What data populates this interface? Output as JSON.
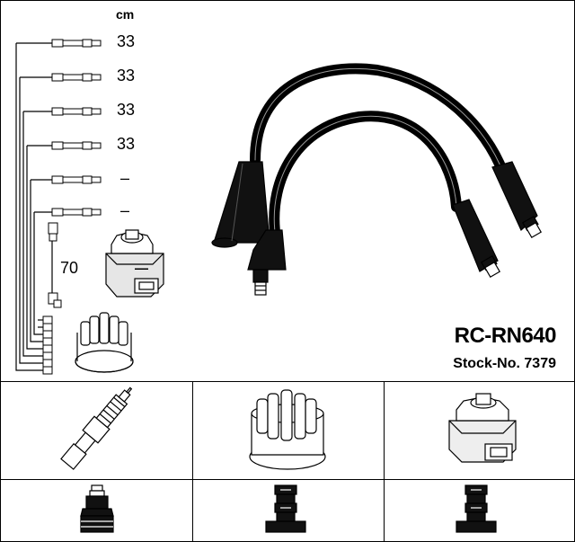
{
  "header": {
    "unit": "cm"
  },
  "leads": [
    {
      "length": "33"
    },
    {
      "length": "33"
    },
    {
      "length": "33"
    },
    {
      "length": "33"
    },
    {
      "length": "–"
    },
    {
      "length": "–"
    }
  ],
  "coil_lead": {
    "length": "70"
  },
  "product": {
    "code": "RC-RN640",
    "stock": "Stock-No. 7379"
  },
  "icons": {
    "top_cells": [
      "spark-plug-icon",
      "distributor-cap-icon",
      "ignition-coil-icon"
    ],
    "bottom_cells": [
      "spark-plug-terminal-icon",
      "distributor-terminal-icon",
      "coil-terminal-icon"
    ]
  },
  "colors": {
    "ink": "#000000",
    "background": "#ffffff"
  }
}
